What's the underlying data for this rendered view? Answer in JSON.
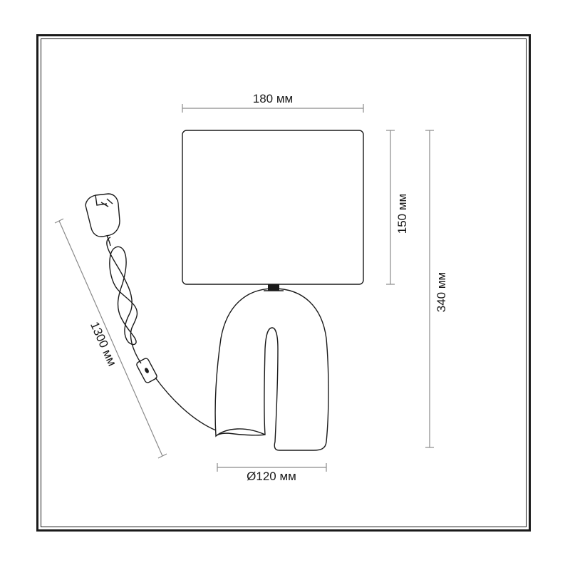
{
  "dimensions": {
    "shade_width": "180 мм",
    "shade_height": "150 мм",
    "total_height": "340 мм",
    "base_diameter": "Ø120 мм",
    "cord_length": "1300 мм"
  },
  "colors": {
    "line": "#1a1a1a",
    "dimension_line": "#8a8a8a",
    "background": "#ffffff"
  },
  "icons": [
    "plug-adapter-icon",
    "inline-switch-icon"
  ]
}
